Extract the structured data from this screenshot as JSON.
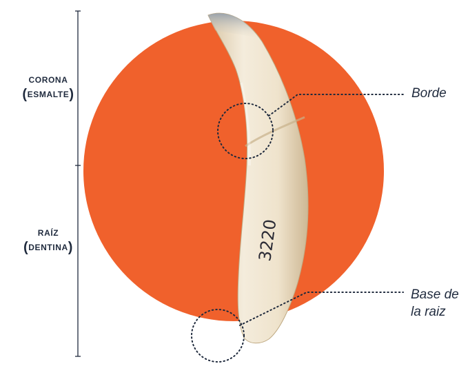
{
  "labels": {
    "crown_title": "CORONA",
    "crown_sub": "ESMALTE",
    "root_title": "RAÍZ",
    "root_sub": "DENTINA",
    "edge": "Borde",
    "root_base_line1": "Base de",
    "root_base_line2": "la raiz",
    "specimen_number": "3220"
  },
  "colors": {
    "circle": "#f0612c",
    "ink": "#1f2a3d",
    "tooth_light": "#f1e7d3",
    "tooth_mid": "#e3d3b6",
    "tooth_dark": "#c9b493"
  }
}
